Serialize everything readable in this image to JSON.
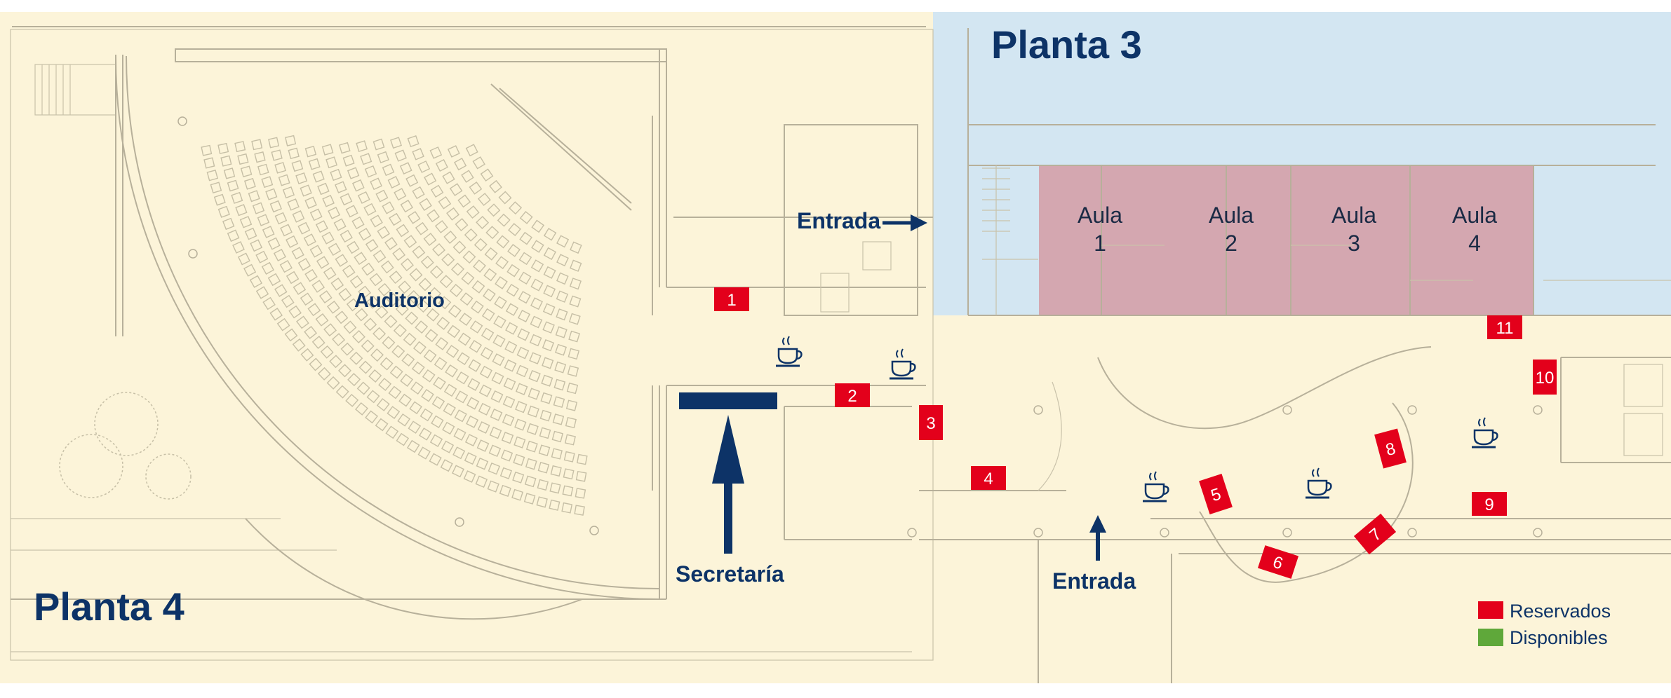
{
  "floors": {
    "planta3_label": "Planta 3",
    "planta4_label": "Planta 4"
  },
  "rooms": {
    "auditorio": "Auditorio",
    "aulas": [
      {
        "word": "Aula",
        "number": "1"
      },
      {
        "word": "Aula",
        "number": "2"
      },
      {
        "word": "Aula",
        "number": "3"
      },
      {
        "word": "Aula",
        "number": "4"
      }
    ]
  },
  "signs": {
    "entrada_top": "Entrada",
    "entrada_bottom": "Entrada",
    "secretaria": "Secretaría"
  },
  "stands": [
    "1",
    "2",
    "3",
    "4",
    "5",
    "6",
    "7",
    "8",
    "9",
    "10",
    "11"
  ],
  "legend": {
    "reservados": "Reservados",
    "disponibles": "Disponibles"
  },
  "colors": {
    "background": "#fcf4d9",
    "planta3_area": "#d3e6f2",
    "aulas_area": "#d4a7b0",
    "reserved": "#e3001b",
    "available": "#5fa83a",
    "navy": "#0d3367"
  },
  "icons": [
    "coffee-cup-icon",
    "arrow-right-icon",
    "arrow-up-icon"
  ]
}
